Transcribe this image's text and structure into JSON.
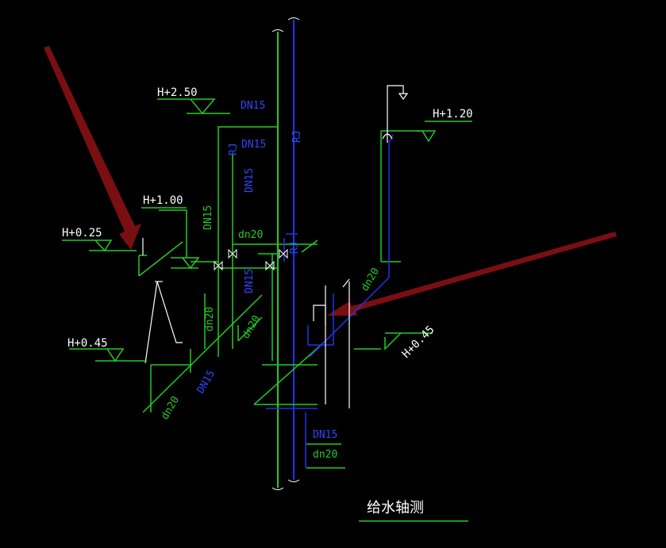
{
  "title": "给水轴测",
  "elevations": {
    "h250": "H+2.50",
    "h120": "H+1.20",
    "h100": "H+1.00",
    "h025": "H+0.25",
    "h045": "H+0.45",
    "h045b": "H+0.45"
  },
  "pipes": {
    "dn15_a": "DN15",
    "dn15_b": "DN15",
    "dn15_c": "DN15",
    "dn15_d": "DN15",
    "dn15_e": "DN15",
    "dn15_f": "DN15",
    "dn15_g": "DN15",
    "dn20_a": "dn20",
    "dn20_b": "dn20",
    "dn20_c": "dn20",
    "dn20_d": "dn20",
    "dn20_e": "dn20",
    "dn20_f": "dn20",
    "rj_a": "RJ",
    "rj_b": "RJ",
    "rj_c": "RJ"
  },
  "colors": {
    "background": "#000000",
    "pipe_green": "#22cc22",
    "pipe_blue": "#2233ee",
    "fixture_white": "#ffffff",
    "arrow": "#7a0f12"
  }
}
